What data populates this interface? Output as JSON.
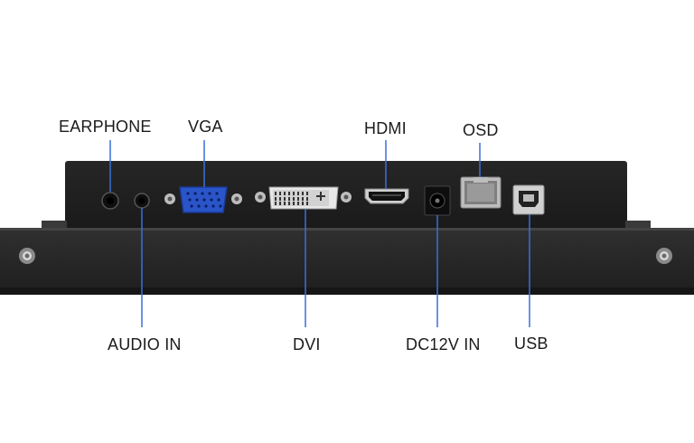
{
  "labels": {
    "earphone": "EARPHONE",
    "vga": "VGA",
    "hdmi": "HDMI",
    "osd": "OSD",
    "audio_in": "AUDIO IN",
    "dvi": "DVI",
    "dc12v_in": "DC12V IN",
    "usb": "USB"
  },
  "colors": {
    "panel": "#2a2a2a",
    "back_plate": "#1f1f1f",
    "vga_blue": "#2a55c8",
    "leader_line": "#3a6fd8",
    "label_text": "#1b1b1b"
  },
  "icons": [
    "screw-icon",
    "audio-jack-icon",
    "vga-port-icon",
    "dvi-port-icon",
    "hdmi-port-icon",
    "dc-jack-icon",
    "osd-port-icon",
    "usb-b-port-icon"
  ]
}
